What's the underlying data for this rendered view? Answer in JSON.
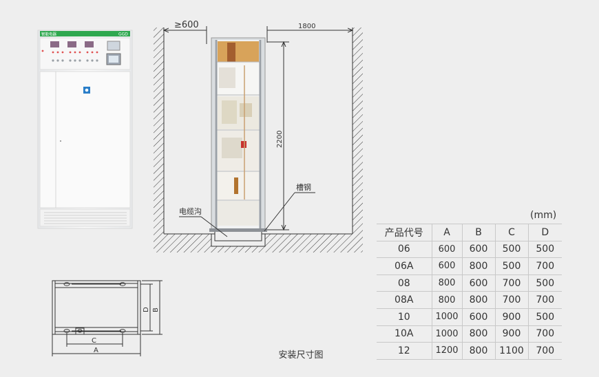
{
  "cabinet_photo": {
    "brand_label": "智能电器",
    "model_label": "GGD"
  },
  "elevation": {
    "clearance_label": "≥600",
    "room_depth_label": "1800",
    "height_label": "2200",
    "channel_steel_label": "槽钢",
    "cable_trench_label": "电缆沟"
  },
  "plan": {
    "label_a": "A",
    "label_b": "B",
    "label_c": "C",
    "label_d": "D"
  },
  "caption": "安装尺寸图",
  "table": {
    "unit": "(mm)",
    "headers": [
      "产品代号",
      "A",
      "B",
      "C",
      "D"
    ],
    "rows": [
      [
        "06",
        "600",
        "600",
        "500",
        "500"
      ],
      [
        "06A",
        "600",
        "800",
        "500",
        "700"
      ],
      [
        "08",
        "800",
        "600",
        "700",
        "500"
      ],
      [
        "08A",
        "800",
        "800",
        "700",
        "700"
      ],
      [
        "10",
        "1000",
        "600",
        "900",
        "500"
      ],
      [
        "10A",
        "1000",
        "800",
        "900",
        "700"
      ],
      [
        "12",
        "1200",
        "800",
        "1100",
        "700"
      ]
    ]
  }
}
